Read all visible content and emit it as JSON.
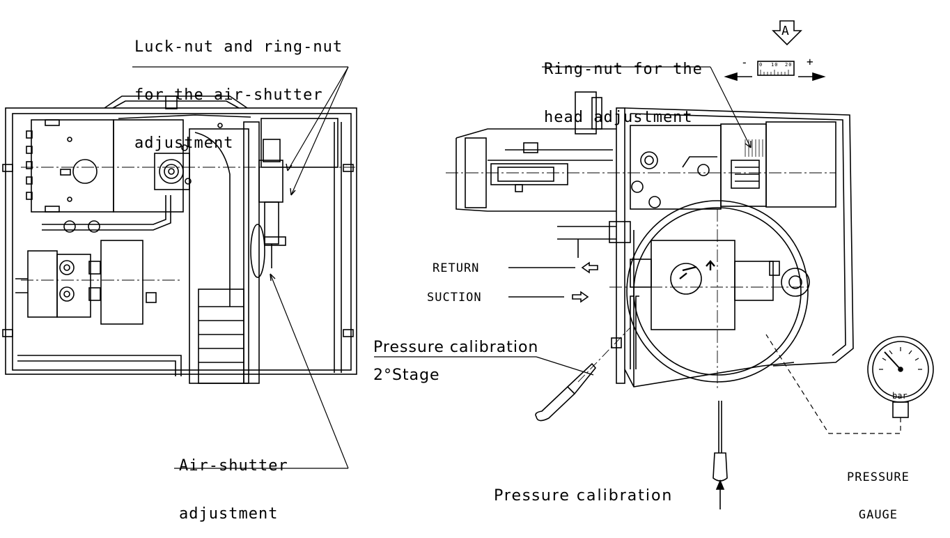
{
  "labels": {
    "locknut": [
      "Luck-nut and ring-nut",
      "for the air-shutter",
      "adjustment"
    ],
    "airshutter": [
      "Air-shutter",
      "adjustment"
    ],
    "ringnut": [
      "Ring-nut for the",
      "head adjustment"
    ],
    "view_letter": "A",
    "scale_minus": "-",
    "scale_plus": "+",
    "scale_ticks": [
      "0",
      "10",
      "20"
    ],
    "return": "RETURN",
    "suction": "SUCTION",
    "pressure_cal_2": "Pressure calibration",
    "stage2": "2°Stage",
    "pressure_cal": "Pressure calibration",
    "gauge": [
      "PRESSURE",
      "GAUGE"
    ],
    "gauge_unit": "bar"
  }
}
